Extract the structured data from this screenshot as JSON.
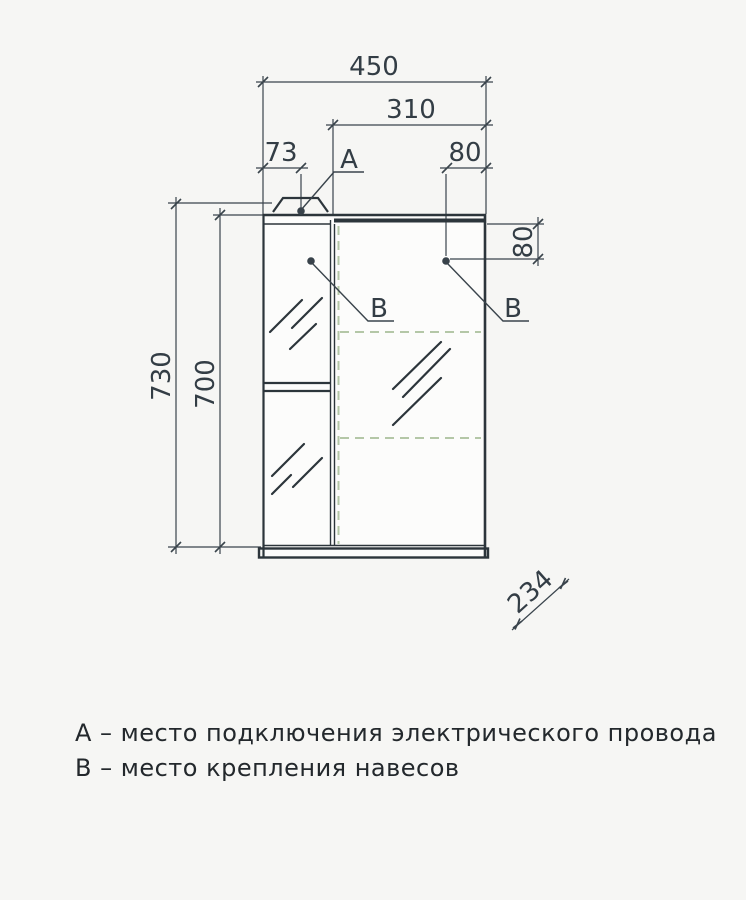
{
  "drawing": {
    "type": "furniture-technical-drawing",
    "subject": "mirror-cabinet-front-view"
  },
  "dimensions": {
    "overall_width": "450",
    "right_section_width": "310",
    "left_offset": "73",
    "top_right_offset": "80",
    "side_right_offset": "80",
    "overall_height": "730",
    "front_height": "700",
    "diagonal": "234"
  },
  "callouts": {
    "a_label": "А",
    "b_left_label": "В",
    "b_right_label": "В"
  },
  "legend": {
    "line_a": "А – место подключения электрического провода",
    "line_b": "В – место крепления навесов"
  },
  "colors": {
    "line": "#3a444c",
    "body_line": "#2c353b",
    "dashed_shelf": "#b4c7a7",
    "background": "#f6f6f4",
    "panel_fill": "#fcfcfb"
  }
}
